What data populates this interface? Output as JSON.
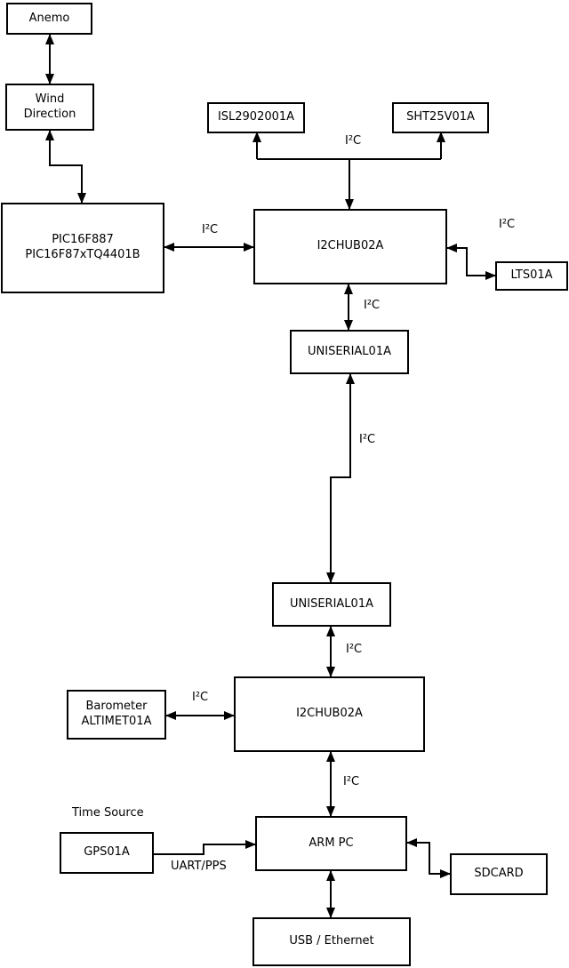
{
  "diagram": {
    "colors": {
      "background": "#ffffff",
      "line": "#000000",
      "box_fill": "#ffffff",
      "text": "#000000"
    },
    "nodes": {
      "anemo": {
        "label": "Anemo"
      },
      "wind": {
        "label": "Wind\nDirection"
      },
      "pic": {
        "label": "PIC16F887\nPIC16F87xTQ4401B"
      },
      "isl": {
        "label": "ISL2902001A"
      },
      "sht": {
        "label": "SHT25V01A"
      },
      "hub1": {
        "label": "I2CHUB02A"
      },
      "lts": {
        "label": "LTS01A"
      },
      "uniserial1": {
        "label": "UNISERIAL01A"
      },
      "uniserial2": {
        "label": "UNISERIAL01A"
      },
      "hub2": {
        "label": "I2CHUB02A"
      },
      "barometer": {
        "label": "Barometer\nALTIMET01A"
      },
      "gps": {
        "label": "GPS01A"
      },
      "armpc": {
        "label": "ARM PC"
      },
      "sdcard": {
        "label": "SDCARD"
      },
      "usb": {
        "label": "USB / Ethernet"
      }
    },
    "edge_labels": {
      "i2c_sensors_bus": "I²C",
      "i2c_pic_hub1": "I²C",
      "i2c_hub1_lts": "I²C",
      "i2c_hub1_uniserial1": "I²C",
      "i2c_uniserial_link": "I²C",
      "i2c_uniserial2_hub2": "I²C",
      "i2c_barometer_hub2": "I²C",
      "i2c_hub2_armpc": "I²C",
      "time_source": "Time Source",
      "uart_pps": "UART/PPS"
    }
  }
}
